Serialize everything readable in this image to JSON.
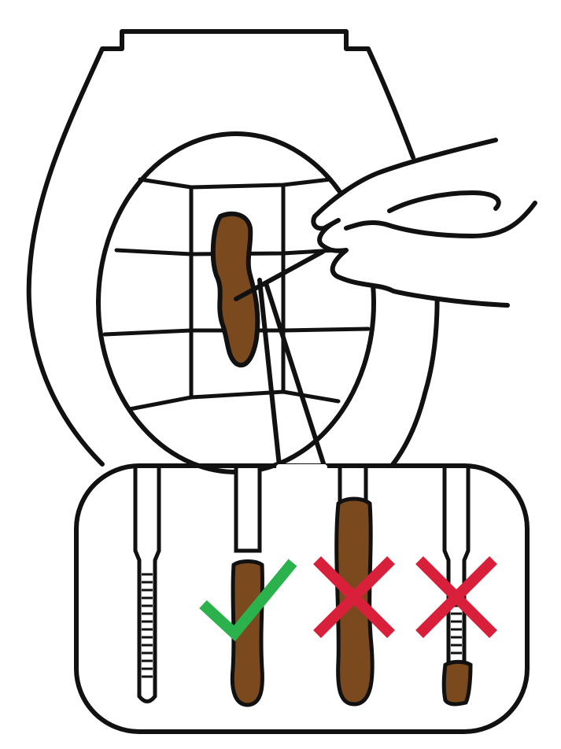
{
  "illustration": {
    "subject": "stool-swab-sampling",
    "colors": {
      "outline": "#111111",
      "stool": "#7a4a1e",
      "check": "#2bb24c",
      "cross": "#d9203a",
      "background": "#ffffff"
    },
    "icons": [
      "toilet-icon",
      "hand-icon",
      "swab-icon",
      "check-icon",
      "cross-icon"
    ],
    "swab_examples": [
      {
        "state": "clean",
        "mark": "none"
      },
      {
        "state": "lightly-coated",
        "mark": "check"
      },
      {
        "state": "heavily-coated",
        "mark": "cross"
      },
      {
        "state": "clump-at-tip",
        "mark": "cross"
      }
    ]
  }
}
